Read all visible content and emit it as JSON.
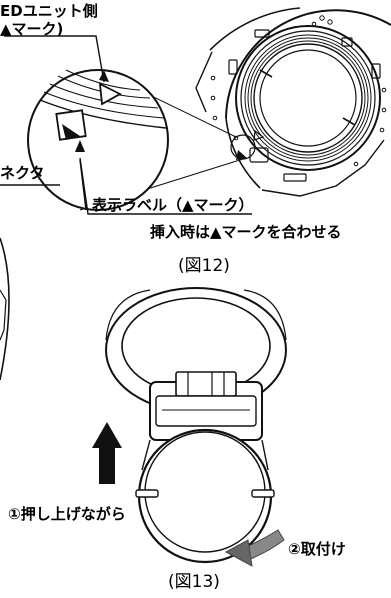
{
  "fig12": {
    "led_side_line1": "EDユニット側",
    "led_side_line2": "▲マーク)",
    "connector_label": "ネクタ",
    "display_label": "表示ラベル（▲マーク）",
    "insert_instruction": "挿入時は▲マークを合わせる",
    "caption": "(図12)"
  },
  "fig13": {
    "push_up_label": "①押し上げながら",
    "attach_label": "②取付け",
    "caption": "(図13)"
  }
}
